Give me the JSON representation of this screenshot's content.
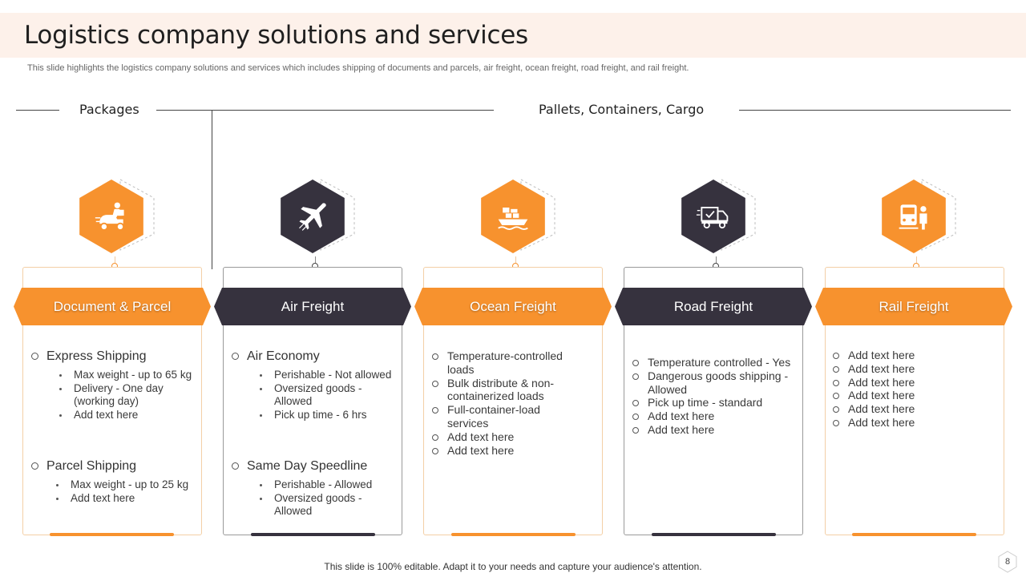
{
  "header": {
    "title": "Logistics company solutions and services",
    "subtitle": "This slide highlights the logistics company solutions and services which includes shipping of documents and parcels, air freight, ocean freight, road freight, and rail freight."
  },
  "sections": {
    "packages": "Packages",
    "cargo": "Pallets, Containers, Cargo"
  },
  "cards": [
    {
      "title": "Document & Parcel",
      "icon": "scooter-delivery-icon",
      "groups": [
        {
          "head": "Express Shipping",
          "items": [
            "Max weight - up to 65 kg",
            "Delivery - One day (working day)",
            "Add text here"
          ]
        },
        {
          "head": "Parcel Shipping",
          "items": [
            "Max weight - up to 25 kg",
            "Add text here"
          ]
        }
      ]
    },
    {
      "title": "Air Freight",
      "icon": "airplane-icon",
      "groups": [
        {
          "head": "Air Economy",
          "items": [
            "Perishable - Not allowed",
            "Oversized goods - Allowed",
            "Pick up time - 6 hrs"
          ]
        },
        {
          "head": "Same Day Speedline",
          "items": [
            "Perishable - Allowed",
            "Oversized goods - Allowed"
          ]
        }
      ]
    },
    {
      "title": "Ocean Freight",
      "icon": "cargo-ship-icon",
      "items": [
        "Temperature-controlled loads",
        "Bulk distribute & non-containerized loads",
        "Full-container-load services",
        "Add text here",
        "Add text here"
      ]
    },
    {
      "title": "Road Freight",
      "icon": "delivery-truck-icon",
      "items": [
        "Temperature controlled - Yes",
        "Dangerous goods shipping - Allowed",
        "Pick up time - standard",
        "Add text here",
        "Add text here"
      ]
    },
    {
      "title": "Rail Freight",
      "icon": "train-icon",
      "items": [
        "Add text here",
        "Add text here",
        "Add text here",
        "Add text here",
        "Add text here",
        "Add text here"
      ]
    }
  ],
  "footer": {
    "note": "This slide is 100% editable. Adapt it to your needs and capture your audience's attention.",
    "page_number": "8"
  },
  "colors": {
    "accent": "#f7922e",
    "dark": "#36323e",
    "title_band": "#fdf1ea"
  }
}
